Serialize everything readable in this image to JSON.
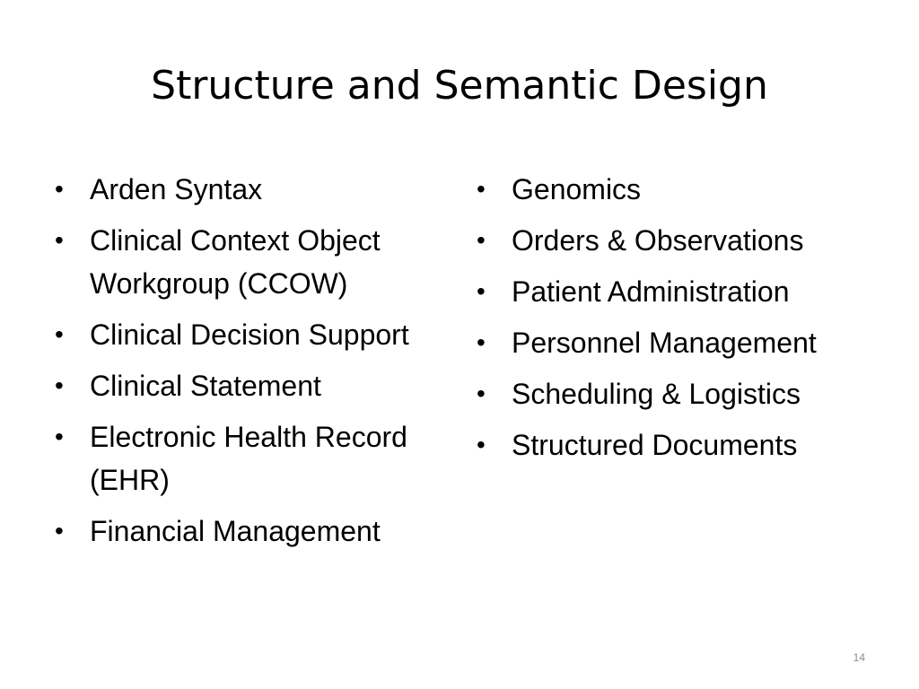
{
  "slide": {
    "title": "Structure and Semantic Design",
    "bullet_glyph": "•",
    "left_items": [
      {
        "label": "Arden Syntax"
      },
      {
        "label": "Clinical Context Object Workgroup (CCOW)"
      },
      {
        "label": "Clinical Decision Support"
      },
      {
        "label": "Clinical Statement"
      },
      {
        "label": "Electronic Health Record (EHR)"
      },
      {
        "label": "Financial Management"
      }
    ],
    "right_items": [
      {
        "label": "Genomics"
      },
      {
        "label": "Orders & Observations"
      },
      {
        "label": "Patient Administration"
      },
      {
        "label": "Personnel Management"
      },
      {
        "label": "Scheduling & Logistics"
      },
      {
        "label": "Structured Documents"
      }
    ],
    "page_number": "14"
  }
}
